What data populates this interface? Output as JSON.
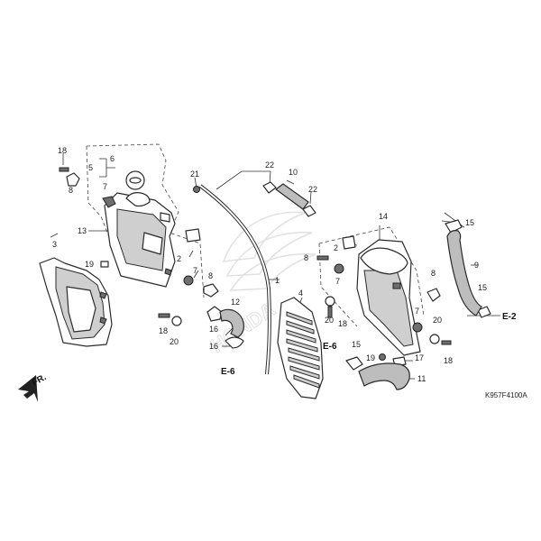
{
  "diagram": {
    "figure_code": "K957F4100A",
    "direction_label": "FR.",
    "references": {
      "left": "E-6",
      "right_lower": "E-6",
      "right": "E-2"
    },
    "watermark": "HONDA",
    "callouts": {
      "c1": "1",
      "c2a": "2",
      "c2b": "2",
      "c3": "3",
      "c4": "4",
      "c5": "5",
      "c6": "6",
      "c7a": "7",
      "c7b": "7",
      "c7c": "7",
      "c7d": "7",
      "c8a": "8",
      "c8b": "8",
      "c8c": "8",
      "c8d": "8",
      "c9": "9",
      "c10": "10",
      "c11": "11",
      "c12": "12",
      "c13": "13",
      "c14": "14",
      "c15a": "15",
      "c15b": "15",
      "c15c": "15",
      "c16a": "16",
      "c16b": "16",
      "c17": "17",
      "c18a": "18",
      "c18b": "18",
      "c18c": "18",
      "c18d": "18",
      "c19a": "19",
      "c19b": "19",
      "c20a": "20",
      "c20b": "20",
      "c20c": "20",
      "c21": "21",
      "c22a": "22",
      "c22b": "22"
    }
  }
}
